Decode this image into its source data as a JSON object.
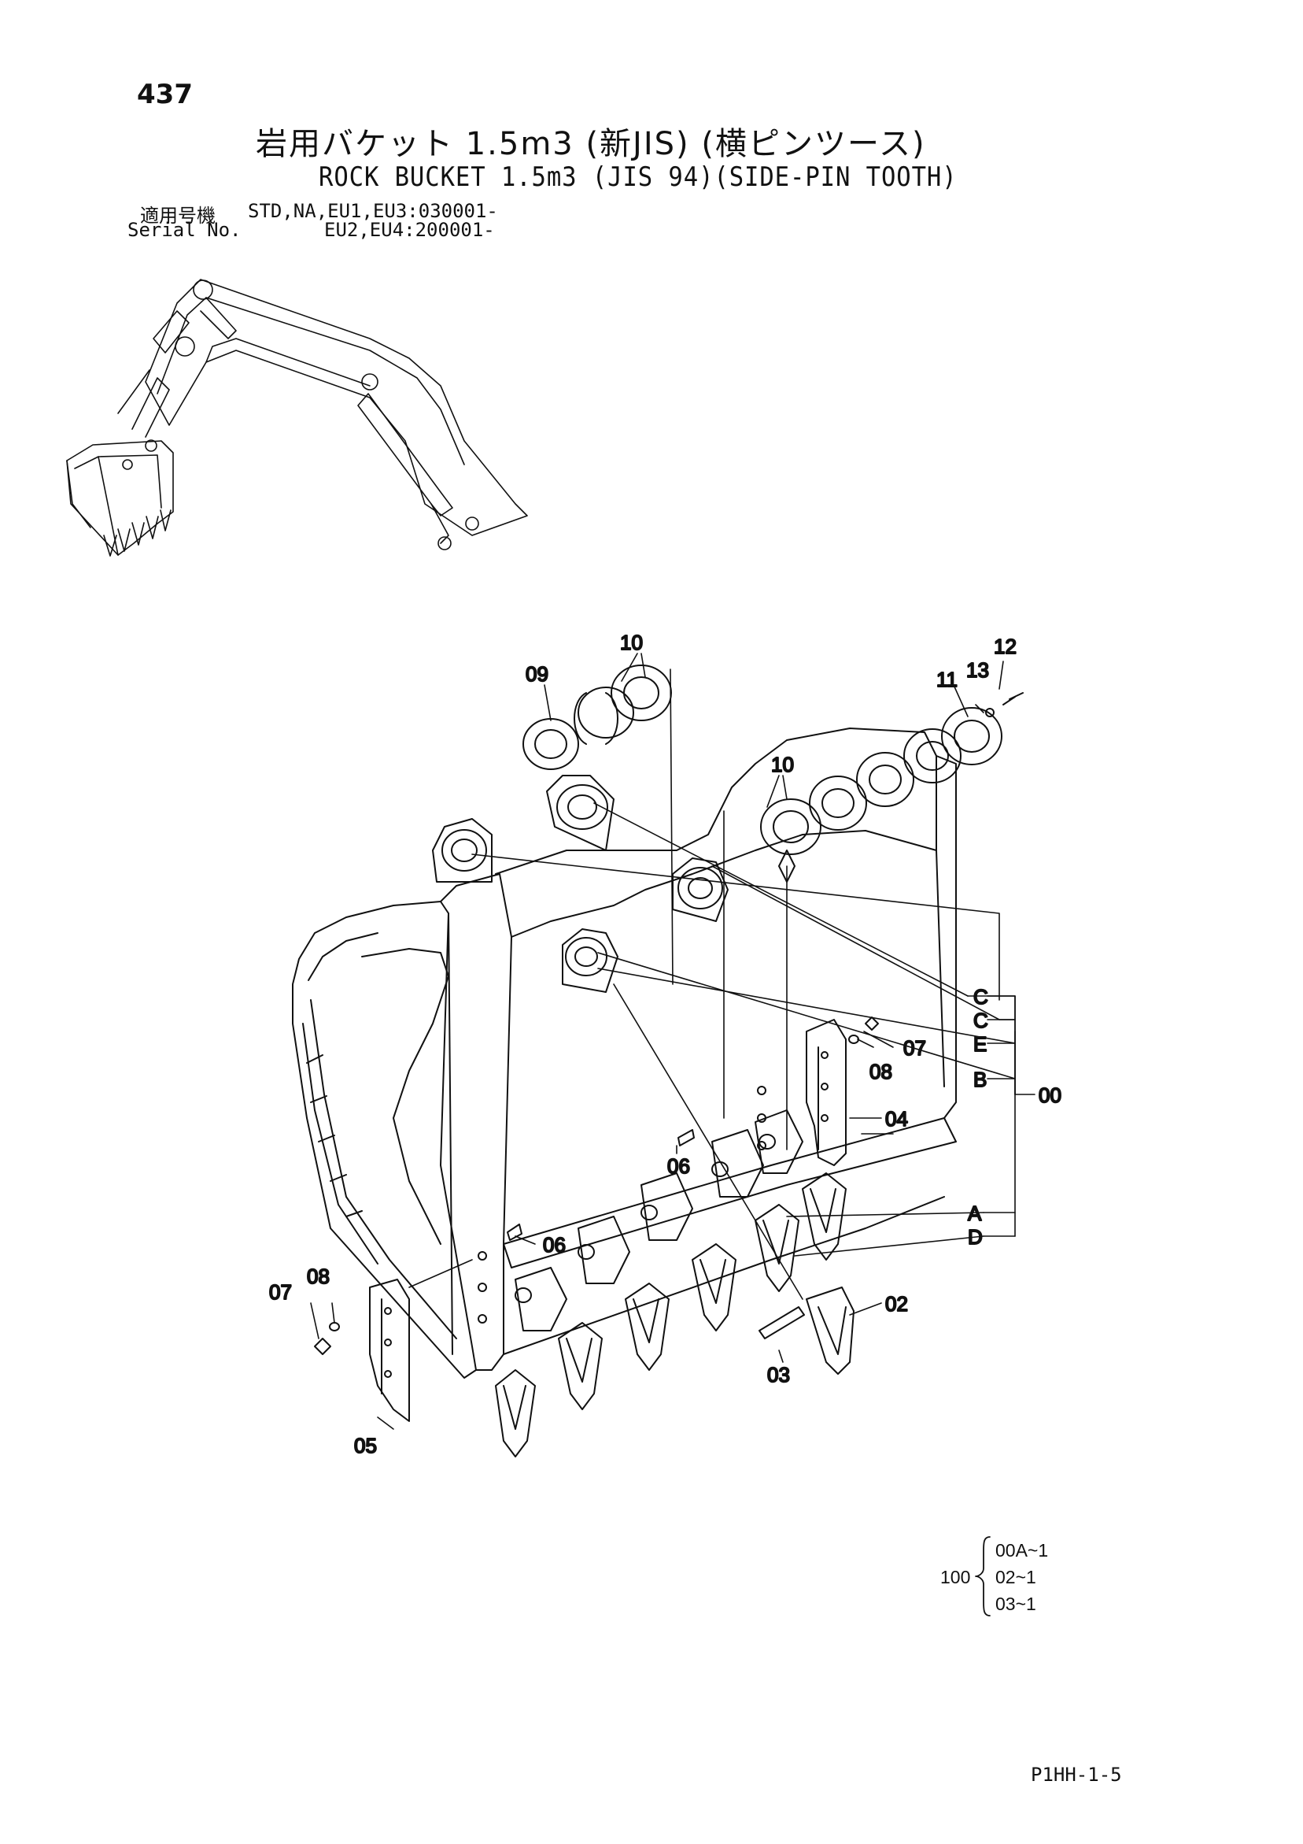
{
  "page_number": "437",
  "title_jp": "岩用バケット 1.5m3 (新JIS) (横ピンツース)",
  "title_en": "ROCK BUCKET 1.5m3 (JIS 94)(SIDE-PIN TOOTH)",
  "serial": {
    "label_jp": "適用号機",
    "label_en": "Serial No.",
    "line1": "STD,NA,EU1,EU3:030001-",
    "line2": "EU2,EU4:200001-"
  },
  "callouts": {
    "p10_top": "10",
    "p09": "09",
    "p12": "12",
    "p13": "13",
    "p11": "11",
    "p10_mid": "10",
    "c1": "C",
    "c2": "C",
    "e": "E",
    "b": "B",
    "p07_right": "07",
    "p08_right": "08",
    "p00": "00",
    "p04": "04",
    "p06_mid": "06",
    "a": "A",
    "d": "D",
    "p06_low": "06",
    "p07_left": "07",
    "p08_left": "08",
    "p02": "02",
    "p03": "03",
    "p05": "05"
  },
  "set": {
    "qty": "100",
    "rows": [
      "00A~1",
      "02~1",
      "03~1"
    ]
  },
  "page_code": "P1HH-1-5",
  "colors": {
    "ink": "#111111",
    "paper": "#ffffff"
  }
}
